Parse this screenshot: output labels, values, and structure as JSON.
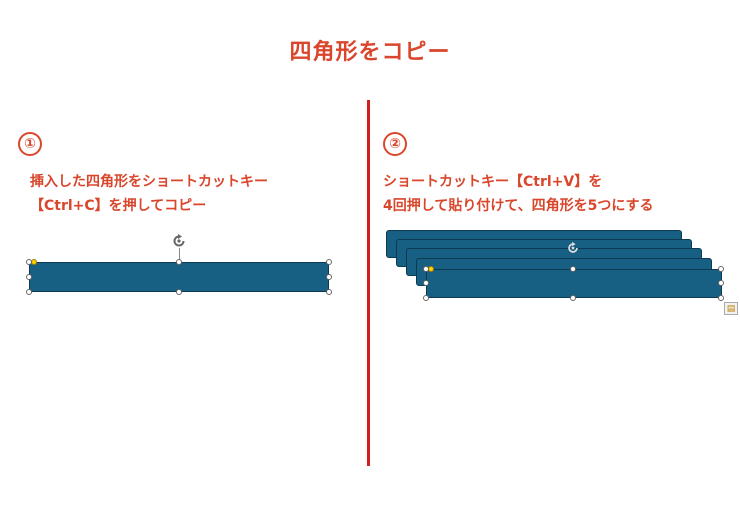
{
  "title": "四角形をコピー",
  "left": {
    "step": "①",
    "line1": "挿入した四角形をショートカットキー",
    "line2": "【Ctrl+C】を押してコピー"
  },
  "right": {
    "step": "②",
    "line1": "ショートカットキー【Ctrl+V】を",
    "line2": "4回押して貼り付けて、四角形を5つにする"
  },
  "colors": {
    "accent_text": "#d9462c",
    "divider": "#d11f1f",
    "shape_fill": "#185f84"
  },
  "icons": {
    "rotate": "rotate-handle-icon",
    "paste_options": "paste-options-icon"
  }
}
